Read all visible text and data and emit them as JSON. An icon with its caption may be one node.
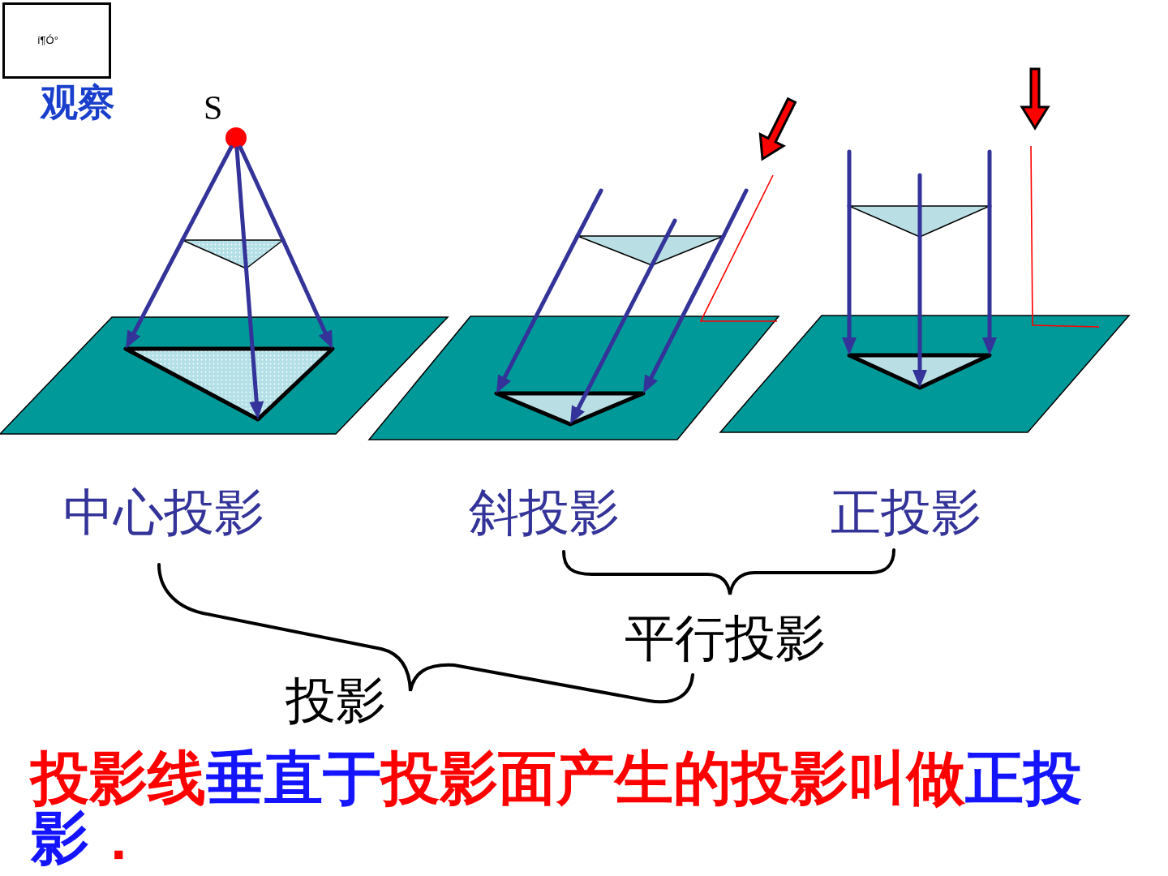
{
  "diagram": {
    "title": "观察",
    "nodes": [
      {
        "text": [
          "í¶Ó°"
        ]
      },
      {
        "text": [],
        "shape": "circle",
        "beside": [
          "S"
        ]
      },
      {
        "text": [],
        "shape": "triangle"
      },
      {
        "text": [],
        "shape": "triangle"
      },
      {
        "text": [],
        "shape": "triangle"
      },
      {
        "text": [],
        "shape": "triangle"
      },
      {
        "text": [],
        "shape": "triangle"
      },
      {
        "text": [],
        "shape": "triangle"
      }
    ],
    "edges": [
      {
        "from": 1,
        "to": 2,
        "arrow": "none"
      },
      {
        "from": 2,
        "to": 3,
        "arrow": "to"
      },
      {
        "from": 1,
        "to": 2,
        "arrow": "none"
      },
      {
        "from": 2,
        "to": 3,
        "arrow": "to"
      },
      {
        "from": 1,
        "to": 2,
        "arrow": "none"
      },
      {
        "from": 2,
        "to": 3,
        "arrow": "to"
      },
      {
        "from": null,
        "to": 4,
        "arrow": "none"
      },
      {
        "from": 4,
        "to": 5,
        "arrow": "to"
      },
      {
        "from": null,
        "to": 4,
        "arrow": "none"
      },
      {
        "from": 4,
        "to": 5,
        "arrow": "to"
      },
      {
        "from": null,
        "to": 4,
        "arrow": "none"
      },
      {
        "from": 4,
        "to": 5,
        "arrow": "to"
      },
      {
        "from": null,
        "to": 6,
        "arrow": "none"
      },
      {
        "from": 6,
        "to": 7,
        "arrow": "to"
      },
      {
        "from": null,
        "to": 6,
        "arrow": "none"
      },
      {
        "from": 6,
        "to": 7,
        "arrow": "to"
      },
      {
        "from": null,
        "to": 6,
        "arrow": "none"
      },
      {
        "from": 6,
        "to": 7,
        "arrow": "to"
      }
    ],
    "labels": [
      "中心投影",
      "斜投影",
      "正投影",
      "平行投影",
      "投影",
      "投影线垂直于投影面产生的投影叫做正投影．"
    ]
  }
}
